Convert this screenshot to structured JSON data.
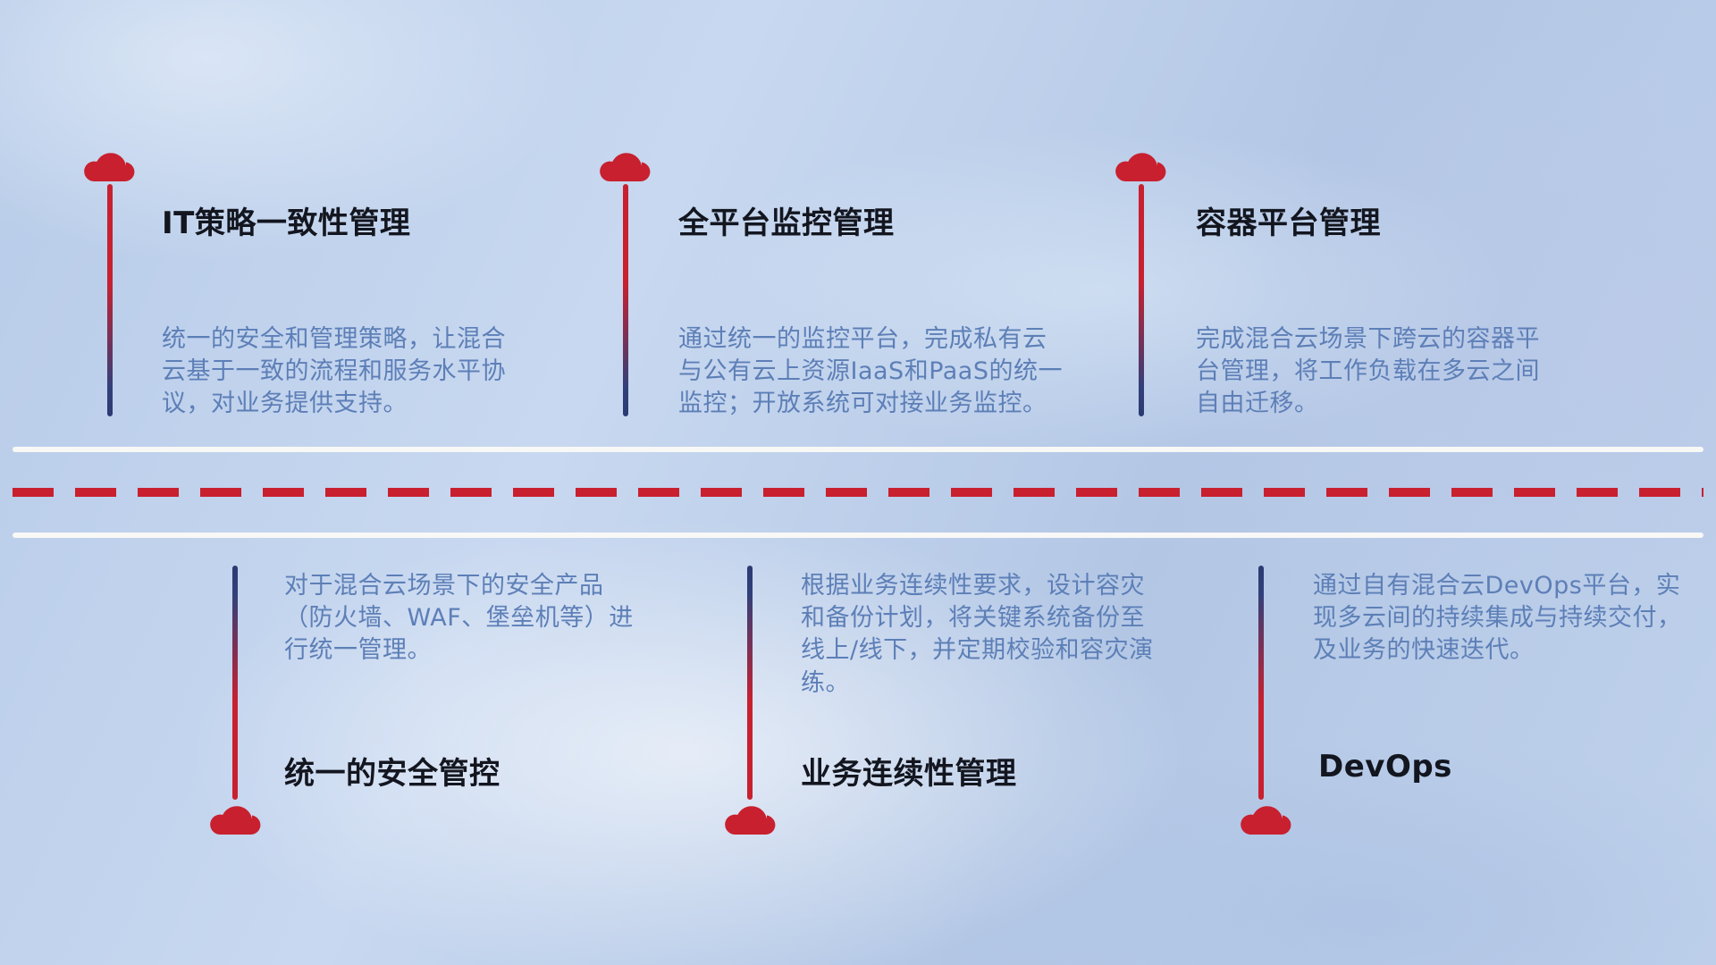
{
  "top_items": [
    {
      "title": "IT策略一致性管理",
      "desc": "统一的安全和管理策略，让混合云基于一致的流程和服务水平协议，对业务提供支持。"
    },
    {
      "title": "全平台监控管理",
      "desc": "通过统一的监控平台，完成私有云与公有云上资源IaaS和PaaS的统一监控；开放系统可对接业务监控。"
    },
    {
      "title": "容器平台管理",
      "desc": "完成混合云场景下跨云的容器平台管理，将工作负载在多云之间自由迁移。"
    }
  ],
  "bottom_items": [
    {
      "title": "统一的安全管控",
      "desc": "对于混合云场景下的安全产品（防火墙、WAF、堡垒机等）进行统一管理。"
    },
    {
      "title": "业务连续性管理",
      "desc": "根据业务连续性要求，设计容灾和备份计划，将关键系统备份至线上/线下，并定期校验和容灾演练。"
    },
    {
      "title": "DevOps",
      "desc": "通过自有混合云DevOps平台，实现多云间的持续集成与持续交付，及业务的快速迭代。"
    }
  ],
  "colors": {
    "cloud_red": "#c8202f",
    "stem_navy": "#2c3a72",
    "title_text": "#13161f",
    "desc_text": "#5d7fb7",
    "road_white": "#f8f8f6",
    "background_blue": "#bccfeb"
  }
}
